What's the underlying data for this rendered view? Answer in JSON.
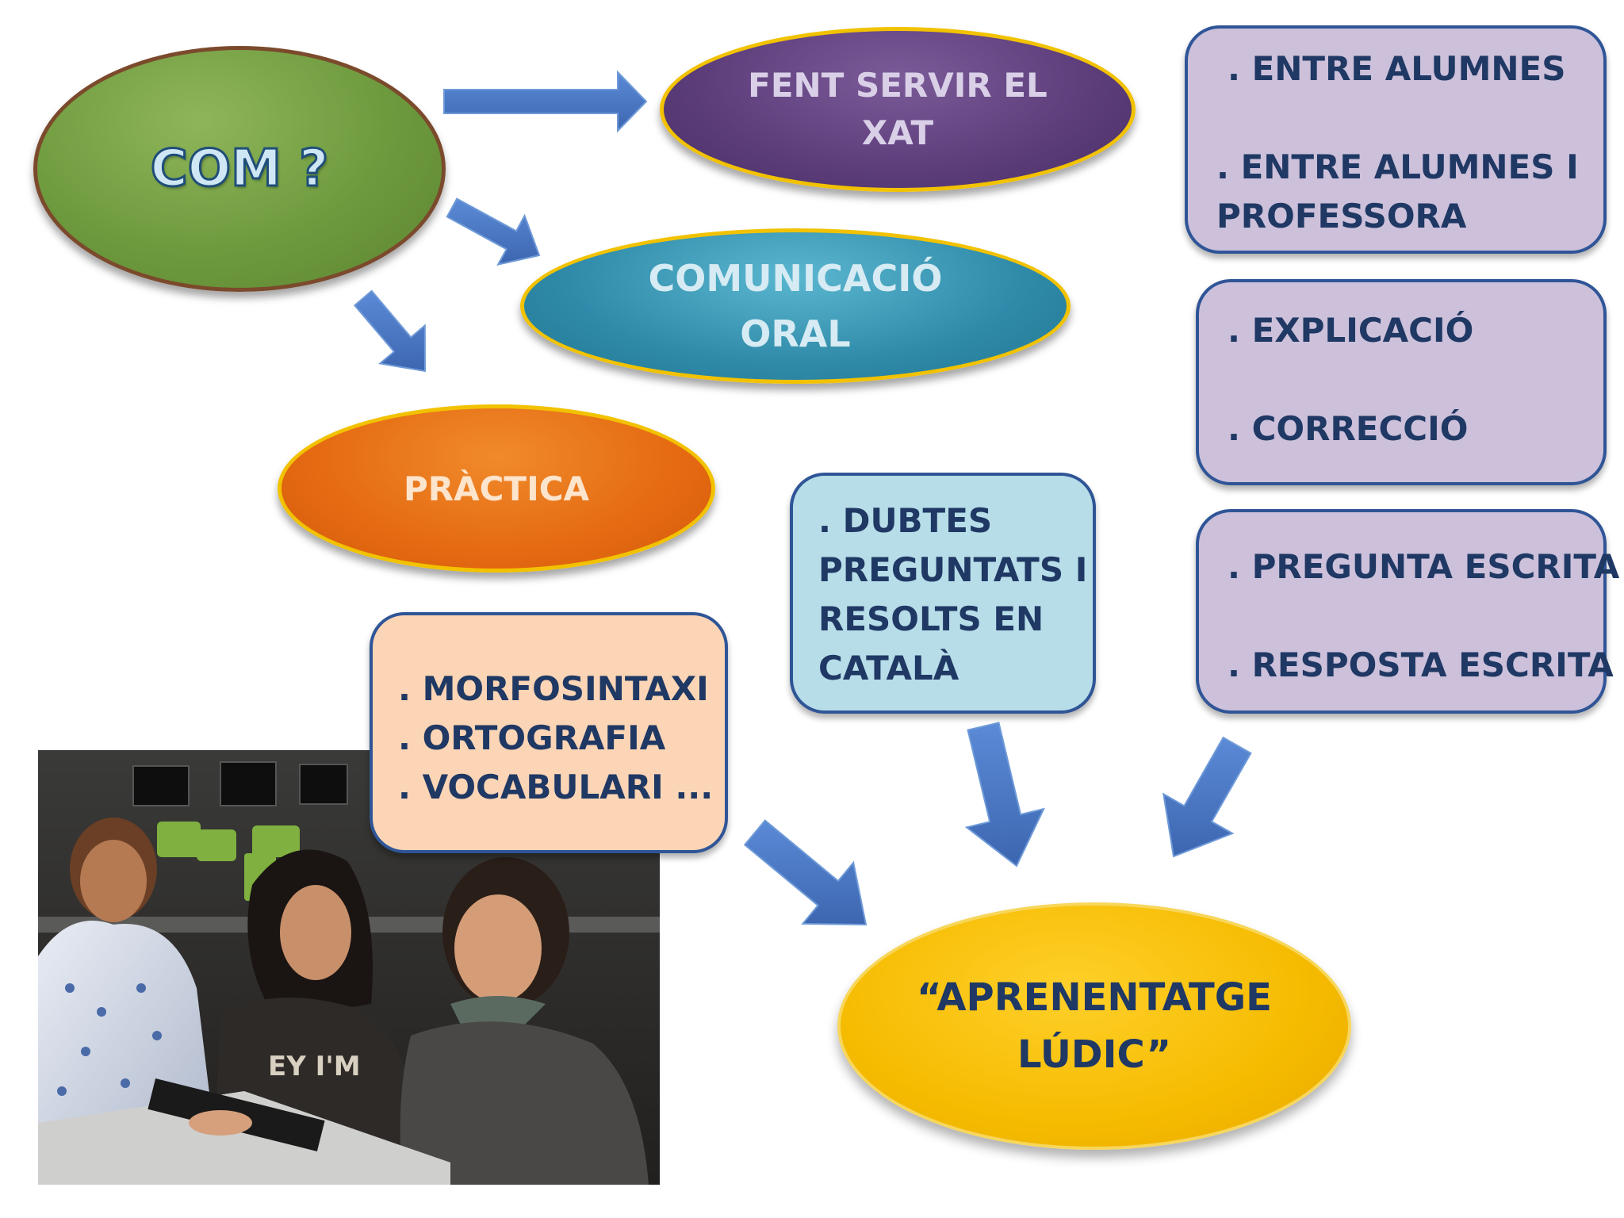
{
  "nodes": {
    "com": "COM ?",
    "xat": [
      "FENT SERVIR EL",
      "XAT"
    ],
    "oral": [
      "COMUNICACIÓ",
      "ORAL"
    ],
    "practica": "PRÀCTICA",
    "ludic": [
      "“APRENENTATGE",
      "LÚDIC”"
    ]
  },
  "boxes": {
    "alumnes": [
      ". ENTRE ALUMNES",
      ". ENTRE ALUMNES I",
      "PROFESSORA"
    ],
    "explicacio": [
      ". EXPLICACIÓ",
      ". CORRECCIÓ"
    ],
    "escrita": [
      ". PREGUNTA ESCRITA",
      ". RESPOSTA ESCRITA"
    ],
    "dubtes": [
      ". DUBTES",
      "PREGUNTATS I",
      "RESOLTS EN",
      "CATALÀ"
    ],
    "morfo": [
      ". MORFOSINTAXI",
      ". ORTOGRAFIA",
      ". VOCABULARI ..."
    ]
  },
  "colors": {
    "com": "#6e9a3e",
    "xat": "#5c3d7a",
    "oral": "#2e8aa8",
    "practica": "#e56a12",
    "ludic": "#f5bb00",
    "box_purple": "#ccc0da",
    "box_blue": "#b7dde8",
    "box_peach": "#fbd5b5",
    "arrow": "#4472c4",
    "text_dark": "#1f3864"
  }
}
